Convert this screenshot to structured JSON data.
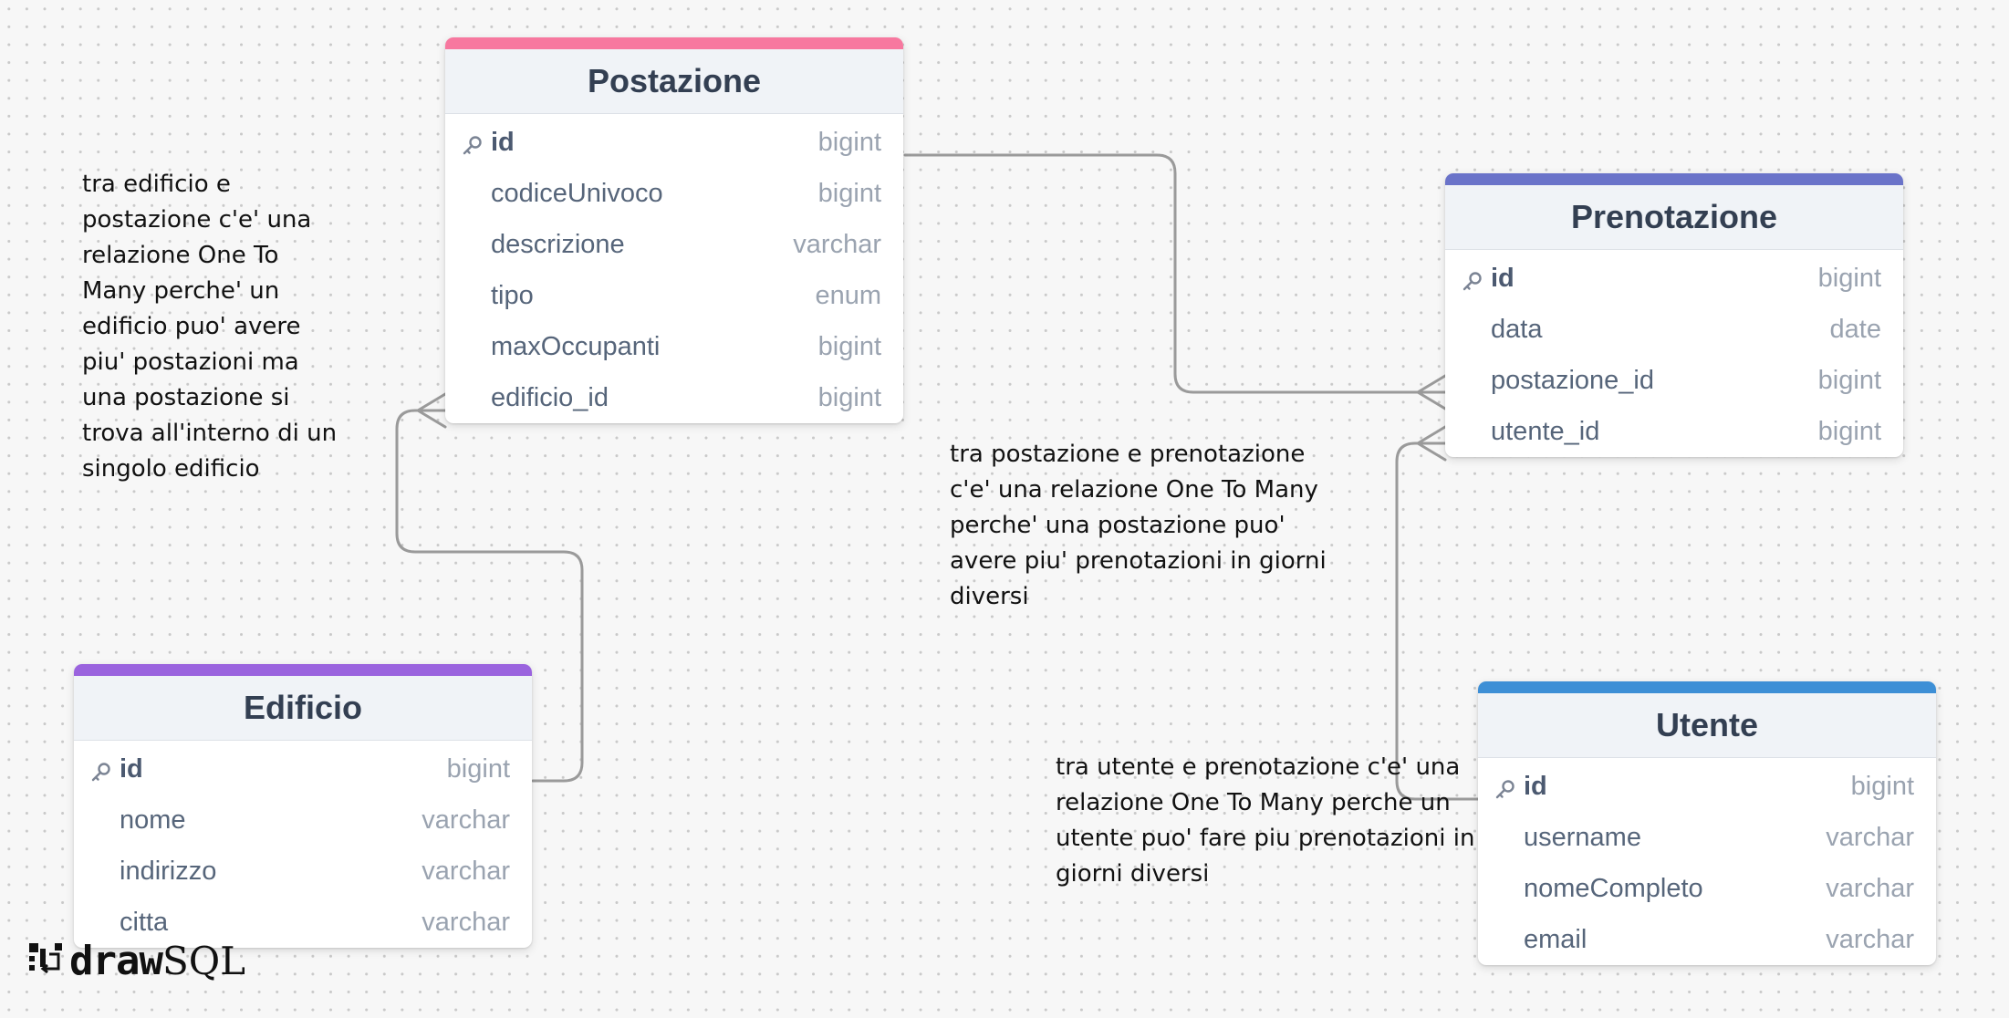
{
  "app": {
    "logo_draw": "draw",
    "logo_sql": "SQL"
  },
  "colors": {
    "postazione": "#f7789f",
    "prenotazione": "#6a73c9",
    "edificio": "#9a63de",
    "utente": "#3d8fd6",
    "edge": "#9a9a9a"
  },
  "tables": {
    "postazione": {
      "name": "Postazione",
      "columns": [
        {
          "name": "id",
          "type": "bigint",
          "pk": true
        },
        {
          "name": "codiceUnivoco",
          "type": "bigint"
        },
        {
          "name": "descrizione",
          "type": "varchar"
        },
        {
          "name": "tipo",
          "type": "enum"
        },
        {
          "name": "maxOccupanti",
          "type": "bigint"
        },
        {
          "name": "edificio_id",
          "type": "bigint"
        }
      ]
    },
    "prenotazione": {
      "name": "Prenotazione",
      "columns": [
        {
          "name": "id",
          "type": "bigint",
          "pk": true
        },
        {
          "name": "data",
          "type": "date"
        },
        {
          "name": "postazione_id",
          "type": "bigint"
        },
        {
          "name": "utente_id",
          "type": "bigint"
        }
      ]
    },
    "edificio": {
      "name": "Edificio",
      "columns": [
        {
          "name": "id",
          "type": "bigint",
          "pk": true
        },
        {
          "name": "nome",
          "type": "varchar"
        },
        {
          "name": "indirizzo",
          "type": "varchar"
        },
        {
          "name": "citta",
          "type": "varchar"
        }
      ]
    },
    "utente": {
      "name": "Utente",
      "columns": [
        {
          "name": "id",
          "type": "bigint",
          "pk": true
        },
        {
          "name": "username",
          "type": "varchar"
        },
        {
          "name": "nomeCompleto",
          "type": "varchar"
        },
        {
          "name": "email",
          "type": "varchar"
        }
      ]
    }
  },
  "notes": {
    "edificio_postazione": "tra edificio e\npostazione c'e' una\nrelazione One To\nMany perche' un\nedificio puo' avere\npiu' postazioni ma\nuna postazione si\ntrova all'interno di un\nsingolo edificio",
    "postazione_prenotazione": "tra postazione e prenotazione\nc'e' una relazione One To Many\nperche' una postazione puo'\navere piu' prenotazioni in giorni\ndiversi",
    "utente_prenotazione": "tra utente e prenotazione c'e' una\nrelazione One To Many perche un\nutente puo' fare piu prenotazioni in\ngiorni diversi"
  }
}
